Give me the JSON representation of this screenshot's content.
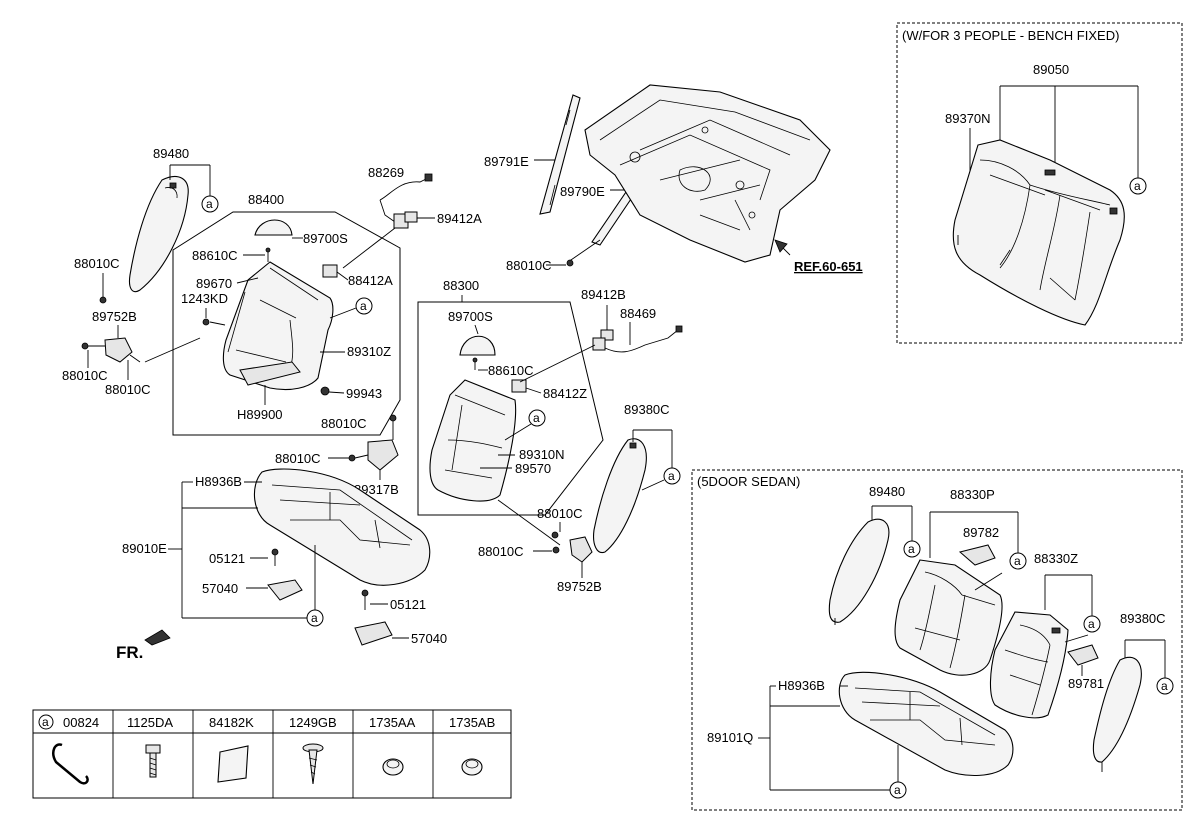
{
  "labels": {
    "p89480_l": "89480",
    "p88010c_1": "88010C",
    "p89752b_l": "89752B",
    "p88010c_2": "88010C",
    "p88010c_3": "88010C",
    "p88400": "88400",
    "p89700s_1": "89700S",
    "p88610c_1": "88610C",
    "p89670": "89670",
    "p1243kd": "1243KD",
    "p88412a_1": "88412A",
    "p89310z": "89310Z",
    "p99943": "99943",
    "ph89900": "H89900",
    "p88269": "88269",
    "p89412a": "89412A",
    "p89791e": "89791E",
    "p89790e": "89790E",
    "p88010c_4": "88010C",
    "ref": "REF.60-651",
    "p88300": "88300",
    "p89412b": "89412B",
    "p88469": "88469",
    "p89700s_2": "89700S",
    "p88610c_2": "88610C",
    "p88412z": "88412Z",
    "p89310n": "89310N",
    "p89570": "89570",
    "p88010c_5": "88010C",
    "p88010c_6": "88010C",
    "p89317b": "89317B",
    "p89380c_1": "89380C",
    "p88010c_7": "88010C",
    "p88010c_8": "88010C",
    "p89752b_r": "89752B",
    "ph8936b_1": "H8936B",
    "p89010e": "89010E",
    "p05121_1": "05121",
    "p57040_1": "57040",
    "p05121_2": "05121",
    "p57040_2": "57040",
    "fr": "FR.",
    "bench_title": "(W/FOR 3 PEOPLE - BENCH FIXED)",
    "p89050": "89050",
    "p89370n": "89370N",
    "sedan_title": "(5DOOR SEDAN)",
    "p89480_r": "89480",
    "p88330p": "88330P",
    "p89782": "89782",
    "p88330z": "88330Z",
    "p89380c_2": "89380C",
    "p89781": "89781",
    "ph8936b_2": "H8936B",
    "p89101q": "89101Q",
    "circle_a": "a"
  },
  "legend": {
    "a_marker": "a",
    "cols": [
      "00824",
      "1125DA",
      "84182K",
      "1249GB",
      "1735AA",
      "1735AB"
    ]
  }
}
